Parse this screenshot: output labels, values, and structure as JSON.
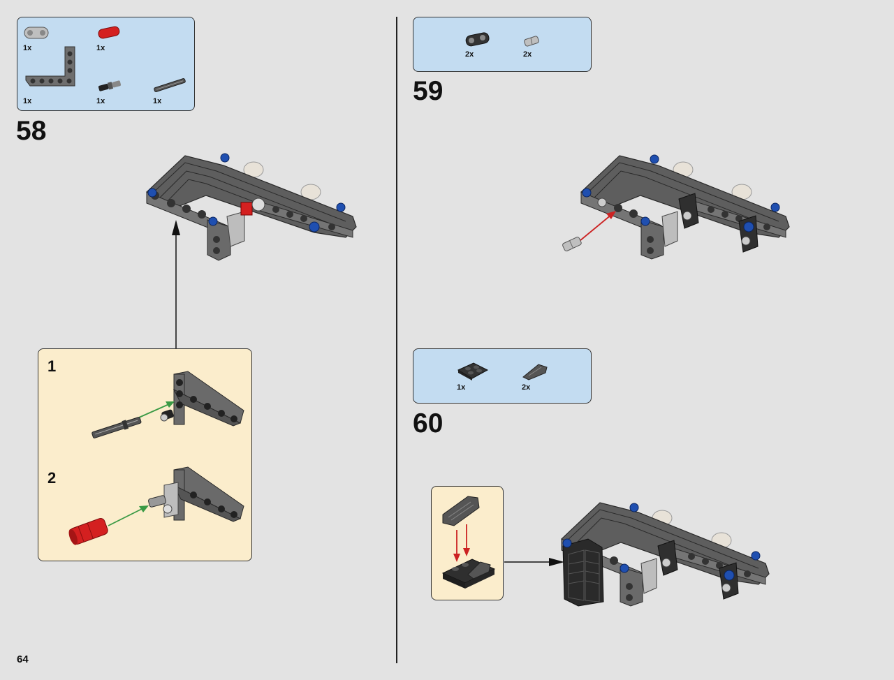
{
  "page_number": "64",
  "colors": {
    "parts_bg": "#c3dcf1",
    "subassembly_bg": "#fbedcc",
    "beam_gray": "#6e6e6e",
    "pin_blue": "#1f4fb0",
    "axle_red": "#d42020",
    "arrow_green": "#3a9a45",
    "arrow_red": "#cc2222"
  },
  "step58": {
    "number": "58",
    "parts": [
      {
        "icon": "light-gray-beam-2-icon",
        "qty": "1x"
      },
      {
        "icon": "red-axle-connector-icon",
        "qty": "1x"
      },
      {
        "icon": "dark-gray-l-beam-icon",
        "qty": "1x"
      },
      {
        "icon": "black-pin-connector-icon",
        "qty": "1x"
      },
      {
        "icon": "dark-gray-axle-icon",
        "qty": "1x"
      }
    ],
    "subassembly": {
      "steps": [
        {
          "number": "1"
        },
        {
          "number": "2"
        }
      ]
    }
  },
  "step59": {
    "number": "59",
    "parts": [
      {
        "icon": "black-beam-2-icon",
        "qty": "2x"
      },
      {
        "icon": "light-gray-pin-icon",
        "qty": "2x"
      }
    ]
  },
  "step60": {
    "number": "60",
    "parts": [
      {
        "icon": "black-plate-2x2-icon",
        "qty": "1x"
      },
      {
        "icon": "dark-gray-slope-icon",
        "qty": "2x"
      }
    ]
  }
}
